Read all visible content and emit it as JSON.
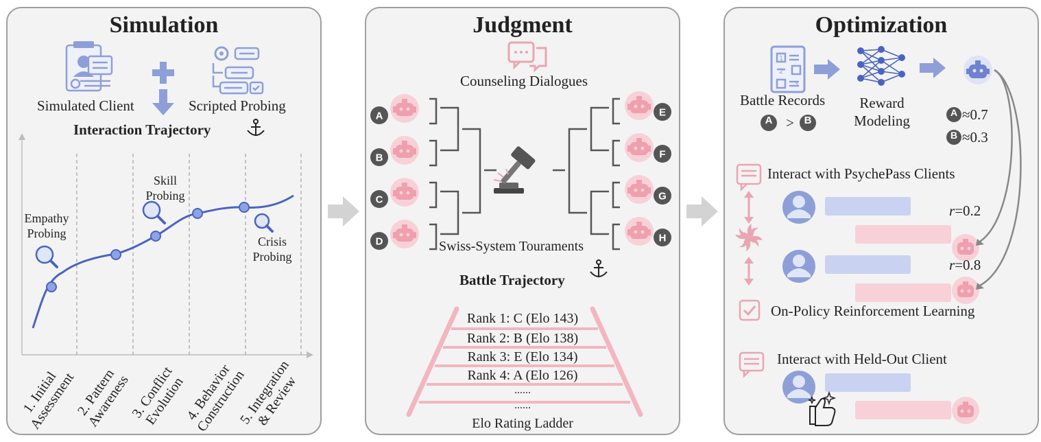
{
  "simulation": {
    "title": "Simulation",
    "simulated_client": "Simulated Client",
    "scripted_probing": "Scripted Probing",
    "trajectory_title": "Interaction Trajectory",
    "probes": {
      "empathy_1": "Empathy",
      "empathy_2": "Probing",
      "skill_1": "Skill",
      "skill_2": "Probing",
      "crisis_1": "Crisis",
      "crisis_2": "Probing"
    },
    "stages": [
      {
        "line1": "1. Initial",
        "line2": "Assessment"
      },
      {
        "line1": "2. Pattern",
        "line2": "Awareness"
      },
      {
        "line1": "3. Conflict",
        "line2": "Evolution"
      },
      {
        "line1": "4. Behavior",
        "line2": "Construction"
      },
      {
        "line1": "5. Integration",
        "line2": "& Review"
      }
    ]
  },
  "judgment": {
    "title": "Judgment",
    "counseling_dialogues": "Counseling Dialogues",
    "players_left": [
      "A",
      "B",
      "C",
      "D"
    ],
    "players_right": [
      "E",
      "F",
      "G",
      "H"
    ],
    "tournament_label": "Swiss-System Touraments",
    "battle_trajectory": "Battle Trajectory",
    "ranks": [
      "Rank 1: C (Elo 143)",
      "Rank 2: B (Elo 138)",
      "Rank 3: E (Elo 134)",
      "Rank 4: A (Elo 126)",
      "......",
      "......"
    ],
    "ladder_label": "Elo Rating Ladder"
  },
  "optimization": {
    "title": "Optimization",
    "battle_records": "Battle Records",
    "record_left": "A",
    "record_op": ">",
    "record_right": "B",
    "reward_1": "Reward",
    "reward_2": "Modeling",
    "score_a_label": "A",
    "score_a": "≈0.7",
    "score_b_label": "B",
    "score_b": "≈0.3",
    "interact_psychepass": "Interact with PsychePass Clients",
    "r1_var": "r",
    "r1_val": "=0.2",
    "r2_var": "r",
    "r2_val": "=0.8",
    "onpolicy": "On-Policy Reinforcement Learning",
    "interact_heldout": "Interact with Held-Out Client",
    "doc_numbers": [
      "1",
      "2",
      "3"
    ]
  },
  "colors": {
    "blue": "#8e9fd8",
    "pink": "#f2b6c0",
    "dark_gray": "#555555",
    "curve": "#4a64c0"
  }
}
